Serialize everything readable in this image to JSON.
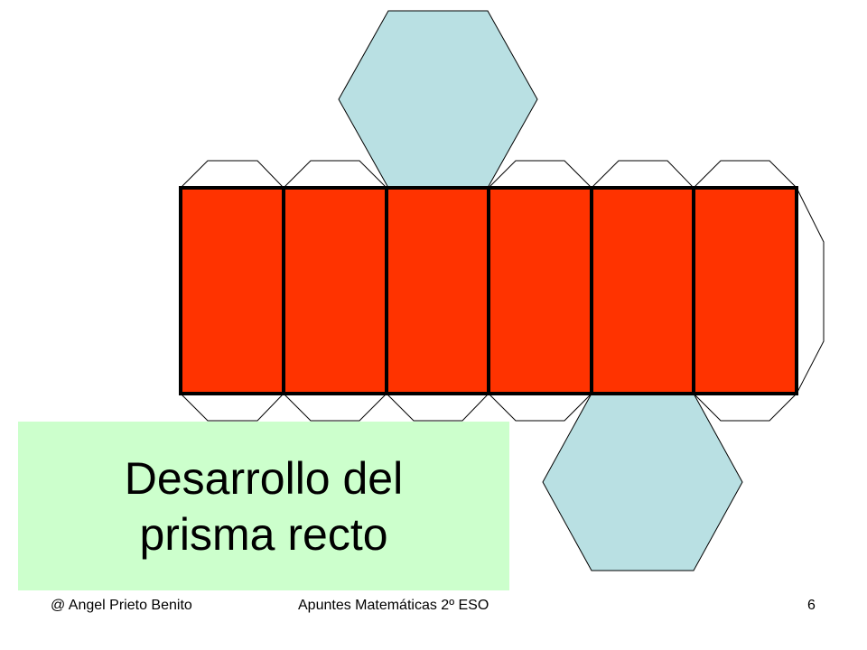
{
  "title": "Desarrollo del prisma recto",
  "footer": {
    "author": "@ Angel Prieto Benito",
    "course": "Apuntes Matemáticas 2º ESO",
    "page_number": "6"
  },
  "colors": {
    "lateral_face": "#ff3300",
    "base_hexagon": "#b9e0e3",
    "title_background": "#ccffcc",
    "tab_fill": "#ffffff",
    "outline": "#000000"
  },
  "net": {
    "lateral_face_count": 6,
    "base_count": 2,
    "top_base_above_face": 3,
    "bottom_base_below_face": 5
  }
}
